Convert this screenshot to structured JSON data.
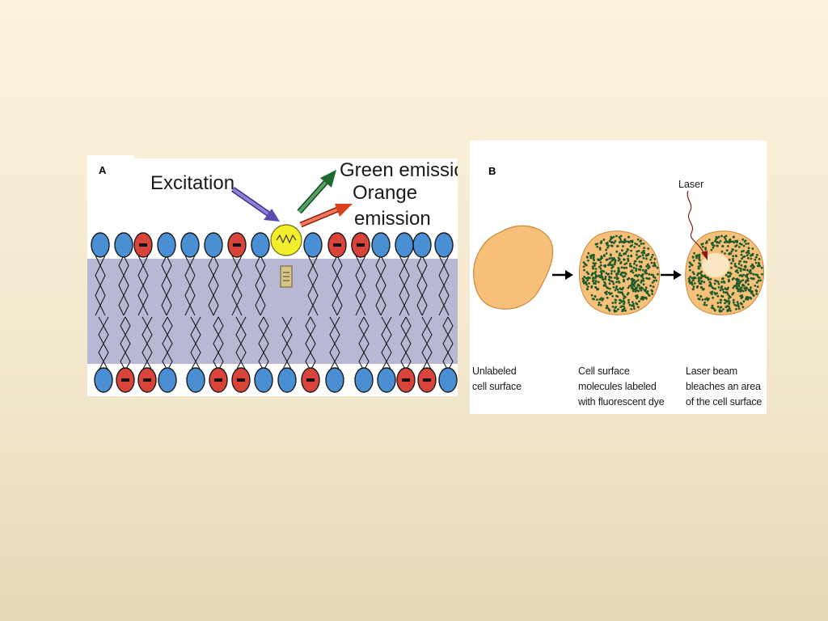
{
  "panel_a": {
    "letter": "A",
    "excitation_label": "Excitation",
    "green_emission_label": "Green emission",
    "orange_emission_line1": "Orange",
    "orange_emission_line2": "emission",
    "negative_sign": "−",
    "colors": {
      "membrane": "#b9b8d4",
      "neutral_head": "#4a8fd3",
      "negative_head": "#d9443a",
      "probe": "#f3ef2c",
      "excitation_arrow": "#6a5bbd",
      "green_arrow": "#1f6b2e",
      "orange_arrow": "#d8401e"
    }
  },
  "panel_b": {
    "letter": "B",
    "laser_label": "Laser",
    "captions": [
      "Unlabeled\ncell surface",
      "Cell surface\nmolecules labeled\nwith fluorescent dye",
      "Laser beam\nbleaches an area\nof the cell surface"
    ],
    "colors": {
      "cell": "#f6c07a",
      "dots": "#1f5b2a",
      "laser": "#8b1a1a",
      "bleach": "#fbe6c4"
    }
  }
}
